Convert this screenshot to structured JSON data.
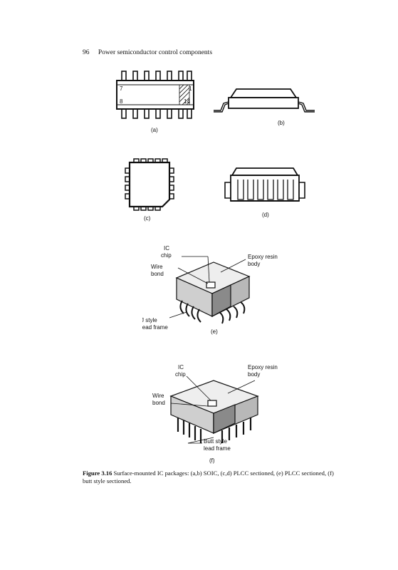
{
  "header": {
    "page_number": "96",
    "running_title": "Power semiconductor control components"
  },
  "figures": {
    "a": {
      "label": "(a)",
      "pins": [
        "7",
        "8",
        "1",
        "14"
      ]
    },
    "b": {
      "label": "(b)"
    },
    "c": {
      "label": "(c)"
    },
    "d": {
      "label": "(d)"
    },
    "e": {
      "label": "(e)",
      "callouts": {
        "ic": "IC",
        "chip": "chip",
        "wire": "Wire",
        "bond": "bond",
        "epoxy": "Epoxy resin",
        "body": "body",
        "jstyle": "J style",
        "leadframe": "lead frame"
      }
    },
    "f": {
      "label": "(f)",
      "callouts": {
        "ic": "IC",
        "chip": "chip",
        "wire": "Wire",
        "bond": "bond",
        "epoxy": "Epoxy resin",
        "body": "body",
        "butt": "Butt style",
        "leadframe": "lead frame"
      }
    }
  },
  "caption": {
    "number": "Figure 3.16",
    "text": "Surface-mounted IC packages: (a,b) SOIC, (c,d) PLCC sectioned, (e) PLCC sectioned, (f) butt style sectioned."
  }
}
